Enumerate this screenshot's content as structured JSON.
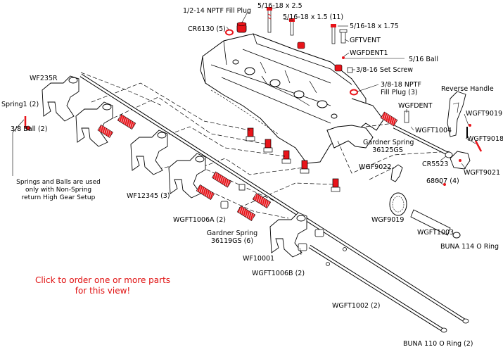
{
  "order_prompt": {
    "line1": "Click to order one or more parts",
    "line2": "for this view!"
  },
  "note": {
    "line1": "Springs and Balls are used",
    "line2": "only with Non-Spring",
    "line3": "return High Gear Setup"
  },
  "colors": {
    "part_red": "#e8141a",
    "outline": "#000000",
    "link": "#e01010"
  },
  "labels": {
    "fill_plug_half": "1/2-14 NPTF Fill Plug",
    "cr6130": "CR6130 (5)",
    "bolt_25": "5/16-18 x 2.5",
    "bolt_15": "5/16-18 x 1.5 (11)",
    "bolt_175": "5/16-18 x 1.75",
    "gftvent": "GFTVENT",
    "wgfdent1": "WGFDENT1",
    "ball_516": "5/16 Ball",
    "set_screw": "3/8-16 Set Screw",
    "fill_plug_38_l1": "3/8-18 NPTF",
    "fill_plug_38_l2": "Fill Plug (3)",
    "reverse_handle": "Reverse Handle",
    "wgfdent": "WGFDENT",
    "wgft9019": "WGFT9019",
    "wgft1004": "WGFT1004",
    "wgft9018": "WGFT9018",
    "gardner_36125_l1": "Gardner Spring",
    "gardner_36125_l2": "36125GS",
    "cr5523": "CR5523",
    "wgft9021": "WGFT9021",
    "wgf9022": "WGF9022",
    "p68007": "68007 (4)",
    "wgf9019": "WGF9019",
    "wgft1003": "WGFT1003",
    "buna114": "BUNA 114 O Ring",
    "wf235r": "WF235R",
    "spring1": "Spring1 (2)",
    "ball_38": "3/8 Ball (2)",
    "wf12345": "WF12345 (3)",
    "wgft1006a": "WGFT1006A (2)",
    "gardner_36119_l1": "Gardner Spring",
    "gardner_36119_l2": "36119GS (6)",
    "wf10001": "WF10001",
    "wgft1006b": "WGFT1006B (2)",
    "wgft1002": "WGFT1002 (2)",
    "buna110": "BUNA 110 O Ring (2)"
  }
}
